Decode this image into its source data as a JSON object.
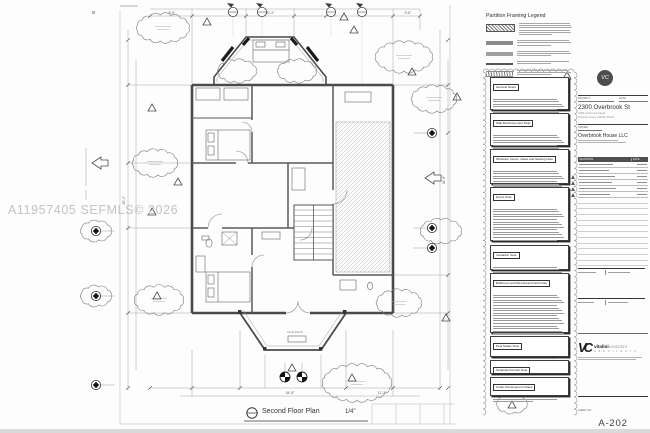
{
  "watermark": "A11957405  SEFMLS© 2026",
  "plan": {
    "title": "Second Floor Plan",
    "scale": "1/4\"",
    "front_porch_label": "Front Porch",
    "dims": [
      "8'-5\"",
      "20'-2\"",
      "9'-8\"",
      "52'-0\"",
      "26'-9\"",
      "34'-8\"",
      "11'-2\""
    ]
  },
  "legend": {
    "title": "Partition Framing Legend",
    "rows": [
      {
        "swatch": "crosshatch-bar",
        "lines": 6
      },
      {
        "swatch": "solid-bar-dark",
        "lines": 3
      },
      {
        "swatch": "solid-bar-light",
        "lines": 3
      },
      {
        "swatch": "thin-line",
        "lines": 2
      },
      {
        "swatch": "zigzag-line",
        "lines": 3
      }
    ]
  },
  "notes": {
    "boxes": [
      {
        "title": "General Notes"
      },
      {
        "title": "Wall Reinforcement Note"
      },
      {
        "title": "Windows, Doors, Glass and Glazing Note"
      },
      {
        "title": "Doors Note"
      },
      {
        "title": "Insulation Note"
      },
      {
        "title": "Bathroom and Wet Areas Finish Note"
      },
      {
        "title": "Pool Safety Note"
      },
      {
        "title": "Separate Permits Note"
      },
      {
        "title": "Under Development Notes"
      }
    ]
  },
  "titleblock": {
    "logo_initials": "VC",
    "project_label": "PROJECT",
    "date_label": "DATE",
    "project_name": "2300 Overbrook St",
    "project_address_line1": "2300 Overbrook Street",
    "project_address_line2": "Coconut Grove, Florida 33133",
    "owner_label": "OWNER",
    "owner_name": "Overbrook House LLC",
    "revisions_label": "REVISIONS",
    "revisions_date_label": "DATE",
    "firm_initials": "VC",
    "firm_name_bold": "vitalini",
    "firm_name_light": "corazzini",
    "firm_tagline": "A R C H I T E C T S",
    "sheet_label": "SHEET NO.",
    "sheet_number": "A-202"
  }
}
